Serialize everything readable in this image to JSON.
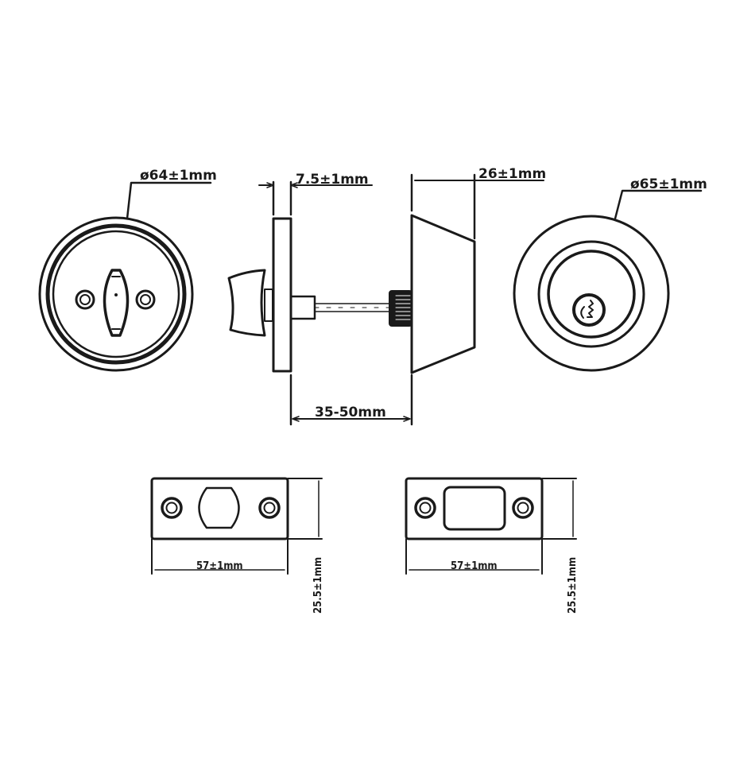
{
  "diagram": {
    "type": "technical-drawing",
    "subject": "Single cylinder deadbolt lock dimensions",
    "colors": {
      "line": "#1a1a1a",
      "background": "#ffffff"
    },
    "views": {
      "interior_thumbturn_front": {
        "label": "ø64±1mm"
      },
      "side_profile": {
        "rose_thickness_label": "7.5±1mm",
        "cylinder_depth_label": "26±1mm",
        "door_thickness_label": "35-50mm"
      },
      "exterior_cylinder_front": {
        "label": "ø65±1mm"
      },
      "strike_plate_round": {
        "width_label": "57±1mm",
        "height_label": "25.5±1mm"
      },
      "strike_plate_rect": {
        "width_label": "57±1mm",
        "height_label": "25.5±1mm"
      }
    }
  }
}
